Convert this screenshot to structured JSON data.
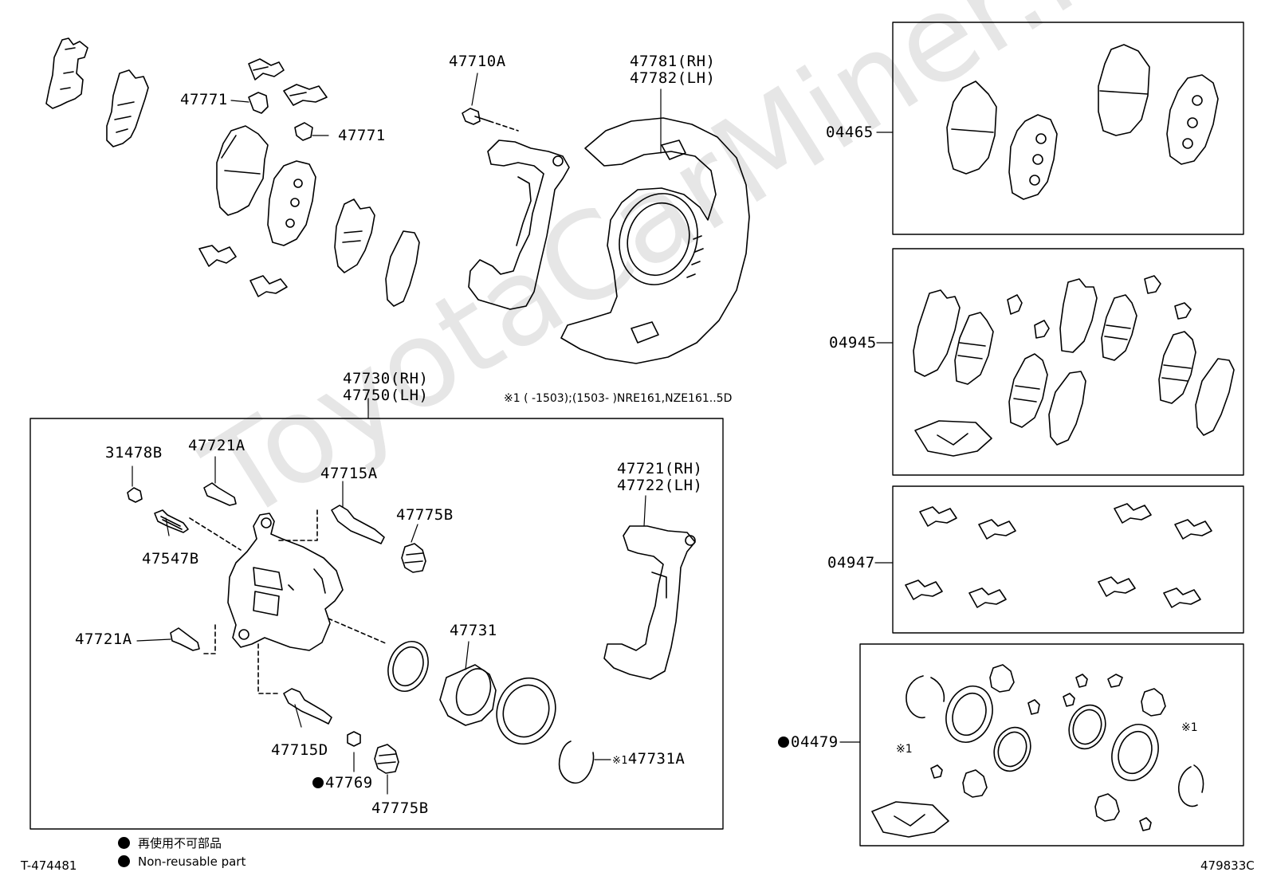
{
  "watermark": "ToyotaCarMiner.ru",
  "labels": {
    "p47771a": "47771",
    "p47771b": "47771",
    "p47710a": "47710A",
    "p47781": "47781(RH)",
    "p47782": "47782(LH)",
    "p47730": "47730(RH)",
    "p47750": "47750(LH)",
    "p31478b": "31478B",
    "p47721a_top": "47721A",
    "p47715a": "47715A",
    "p47775b_top": "47775B",
    "p47547b": "47547B",
    "p47721a_mid": "47721A",
    "p47731": "47731",
    "p47721rh": "47721(RH)",
    "p47722lh": "47722(LH)",
    "p47715d": "47715D",
    "p47769": "47769",
    "p47775b_bot": "47775B",
    "p47731a_mark": "※1",
    "p47731a": "47731A",
    "p04465": "04465",
    "p04945": "04945",
    "p04947": "04947",
    "p04479": "04479",
    "kit_mark_left": "※1",
    "kit_mark_right": "※1"
  },
  "note": "※1 (        -1503);(1503-        )NRE161,NZE161..5D",
  "legend": {
    "jp": "再使用不可部品",
    "en": "Non-reusable part"
  },
  "refs": {
    "left": "T-474481",
    "right": "479833C"
  }
}
